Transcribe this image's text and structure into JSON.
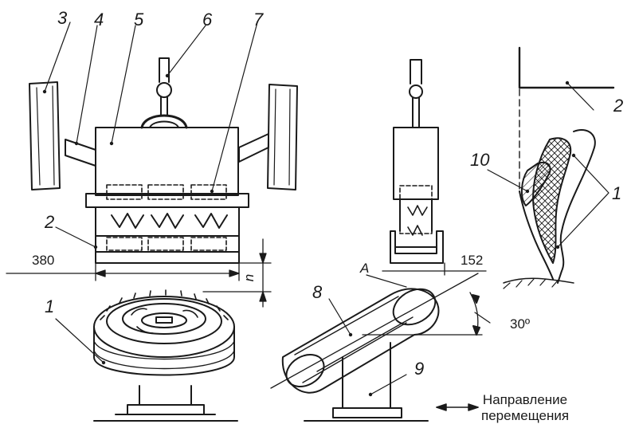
{
  "callouts": {
    "n1_left": "1",
    "n1_right": "1",
    "n2_left": "2",
    "n2_right": "2",
    "n3": "3",
    "n4": "4",
    "n5": "5",
    "n6": "6",
    "n7": "7",
    "n8": "8",
    "n9": "9",
    "n10": "10",
    "a": "A"
  },
  "dimensions": {
    "width": "380",
    "depth": "152",
    "height_symbol": "n",
    "angle": "30º"
  },
  "caption": {
    "line1": "Направление",
    "line2": "перемещения"
  },
  "colors": {
    "ink": "#1a1a1a",
    "background": "#ffffff"
  }
}
